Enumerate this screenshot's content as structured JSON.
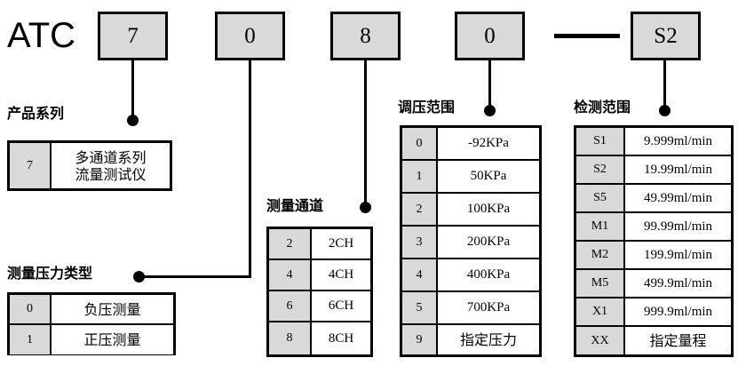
{
  "diagram": {
    "title_text": "ATC",
    "code_boxes": [
      {
        "name": "series",
        "value": "7"
      },
      {
        "name": "pressure-type",
        "value": "0"
      },
      {
        "name": "channels",
        "value": "8"
      },
      {
        "name": "pressure-range",
        "value": "0"
      },
      {
        "name": "separator",
        "value": "—"
      },
      {
        "name": "detection-range",
        "value": "S2"
      }
    ]
  },
  "sections": {
    "product_series": {
      "caption": "产品系列",
      "rows": [
        {
          "code": "7",
          "desc": "多通道系列\n流量测试仪"
        }
      ]
    },
    "pressure_type": {
      "caption": "测量压力类型",
      "rows": [
        {
          "code": "0",
          "desc": "负压测量"
        },
        {
          "code": "1",
          "desc": "正压测量"
        }
      ]
    },
    "channels": {
      "caption": "测量通道",
      "rows": [
        {
          "code": "2",
          "desc": "2CH"
        },
        {
          "code": "4",
          "desc": "4CH"
        },
        {
          "code": "6",
          "desc": "6CH"
        },
        {
          "code": "8",
          "desc": "8CH"
        }
      ]
    },
    "pressure_range": {
      "caption": "调压范围",
      "rows": [
        {
          "code": "0",
          "desc": "-92KPa"
        },
        {
          "code": "1",
          "desc": "50KPa"
        },
        {
          "code": "2",
          "desc": "100KPa"
        },
        {
          "code": "3",
          "desc": "200KPa"
        },
        {
          "code": "4",
          "desc": "400KPa"
        },
        {
          "code": "5",
          "desc": "700KPa"
        },
        {
          "code": "9",
          "desc": "指定压力"
        }
      ]
    },
    "detection_range": {
      "caption": "检测范围",
      "rows": [
        {
          "code": "S1",
          "desc": "9.999ml/min"
        },
        {
          "code": "S2",
          "desc": "19.99ml/min"
        },
        {
          "code": "S5",
          "desc": "49.99ml/min"
        },
        {
          "code": "M1",
          "desc": "99.99ml/min"
        },
        {
          "code": "M2",
          "desc": "199.9ml/min"
        },
        {
          "code": "M5",
          "desc": "499.9ml/min"
        },
        {
          "code": "X1",
          "desc": "999.9ml/min"
        },
        {
          "code": "XX",
          "desc": "指定量程"
        }
      ]
    }
  },
  "colors": {
    "code_fill": "#d9d9d9",
    "line": "#000000",
    "background": "#ffffff"
  }
}
